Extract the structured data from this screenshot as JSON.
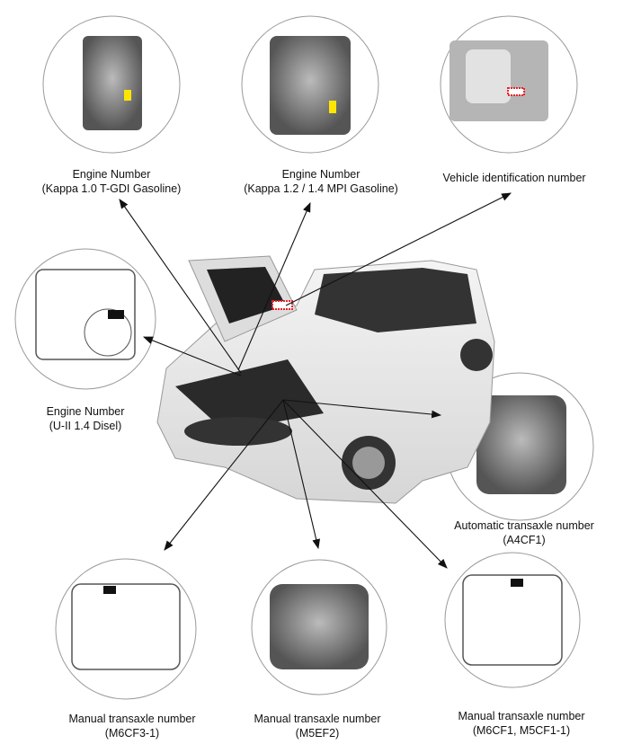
{
  "callouts": [
    {
      "id": "kappa10",
      "line1": "Engine Number",
      "line2": "(Kappa 1.0 T-GDI Gasoline)"
    },
    {
      "id": "kappa12",
      "line1": "Engine Number",
      "line2": "(Kappa 1.2 / 1.4 MPI Gasoline)"
    },
    {
      "id": "vin",
      "line1": "Vehicle identification number",
      "line2": ""
    },
    {
      "id": "u2",
      "line1": "Engine Number",
      "line2": "(U-II 1.4 Disel)"
    },
    {
      "id": "a4cf1",
      "line1": "Automatic transaxle number",
      "line2": "(A4CF1)"
    },
    {
      "id": "m6cf3",
      "line1": "Manual transaxle number",
      "line2": "(M6CF3-1)"
    },
    {
      "id": "m5ef2",
      "line1": "Manual transaxle number",
      "line2": "(M5EF2)"
    },
    {
      "id": "m6cf1",
      "line1": "Manual transaxle number",
      "line2": "(M6CF1, M5CF1-1)"
    }
  ],
  "colors": {
    "marker": "#e8232a",
    "highlight": "#ffe600",
    "line": "#111111",
    "circle": "#9a9a9a"
  }
}
